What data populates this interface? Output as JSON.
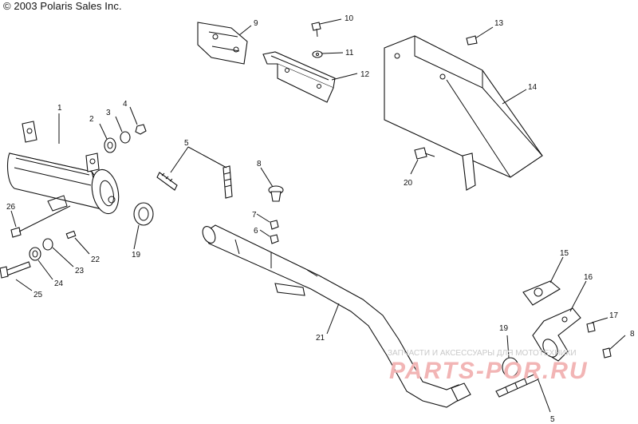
{
  "copyright": "© 2003 Polaris Sales Inc.",
  "callouts": {
    "n1": "1",
    "n2": "2",
    "n3": "3",
    "n4": "4",
    "n5a": "5",
    "n5b": "5",
    "n6": "6",
    "n7": "7",
    "n8": "8",
    "n9": "9",
    "n10": "10",
    "n11": "11",
    "n12": "12",
    "n13": "13",
    "n14": "14",
    "n15": "15",
    "n16": "16",
    "n17": "17",
    "n18": "8",
    "n19a": "19",
    "n19b": "19",
    "n20": "20",
    "n21": "21",
    "n22": "22",
    "n23": "23",
    "n24": "24",
    "n25": "25",
    "n26": "26"
  },
  "watermark": {
    "line1": "ЗАПЧАСТИ И АКСЕССУАРЫ ДЛЯ МОТОТЕХНИКИ",
    "line2": "PARTS-POR.RU"
  }
}
